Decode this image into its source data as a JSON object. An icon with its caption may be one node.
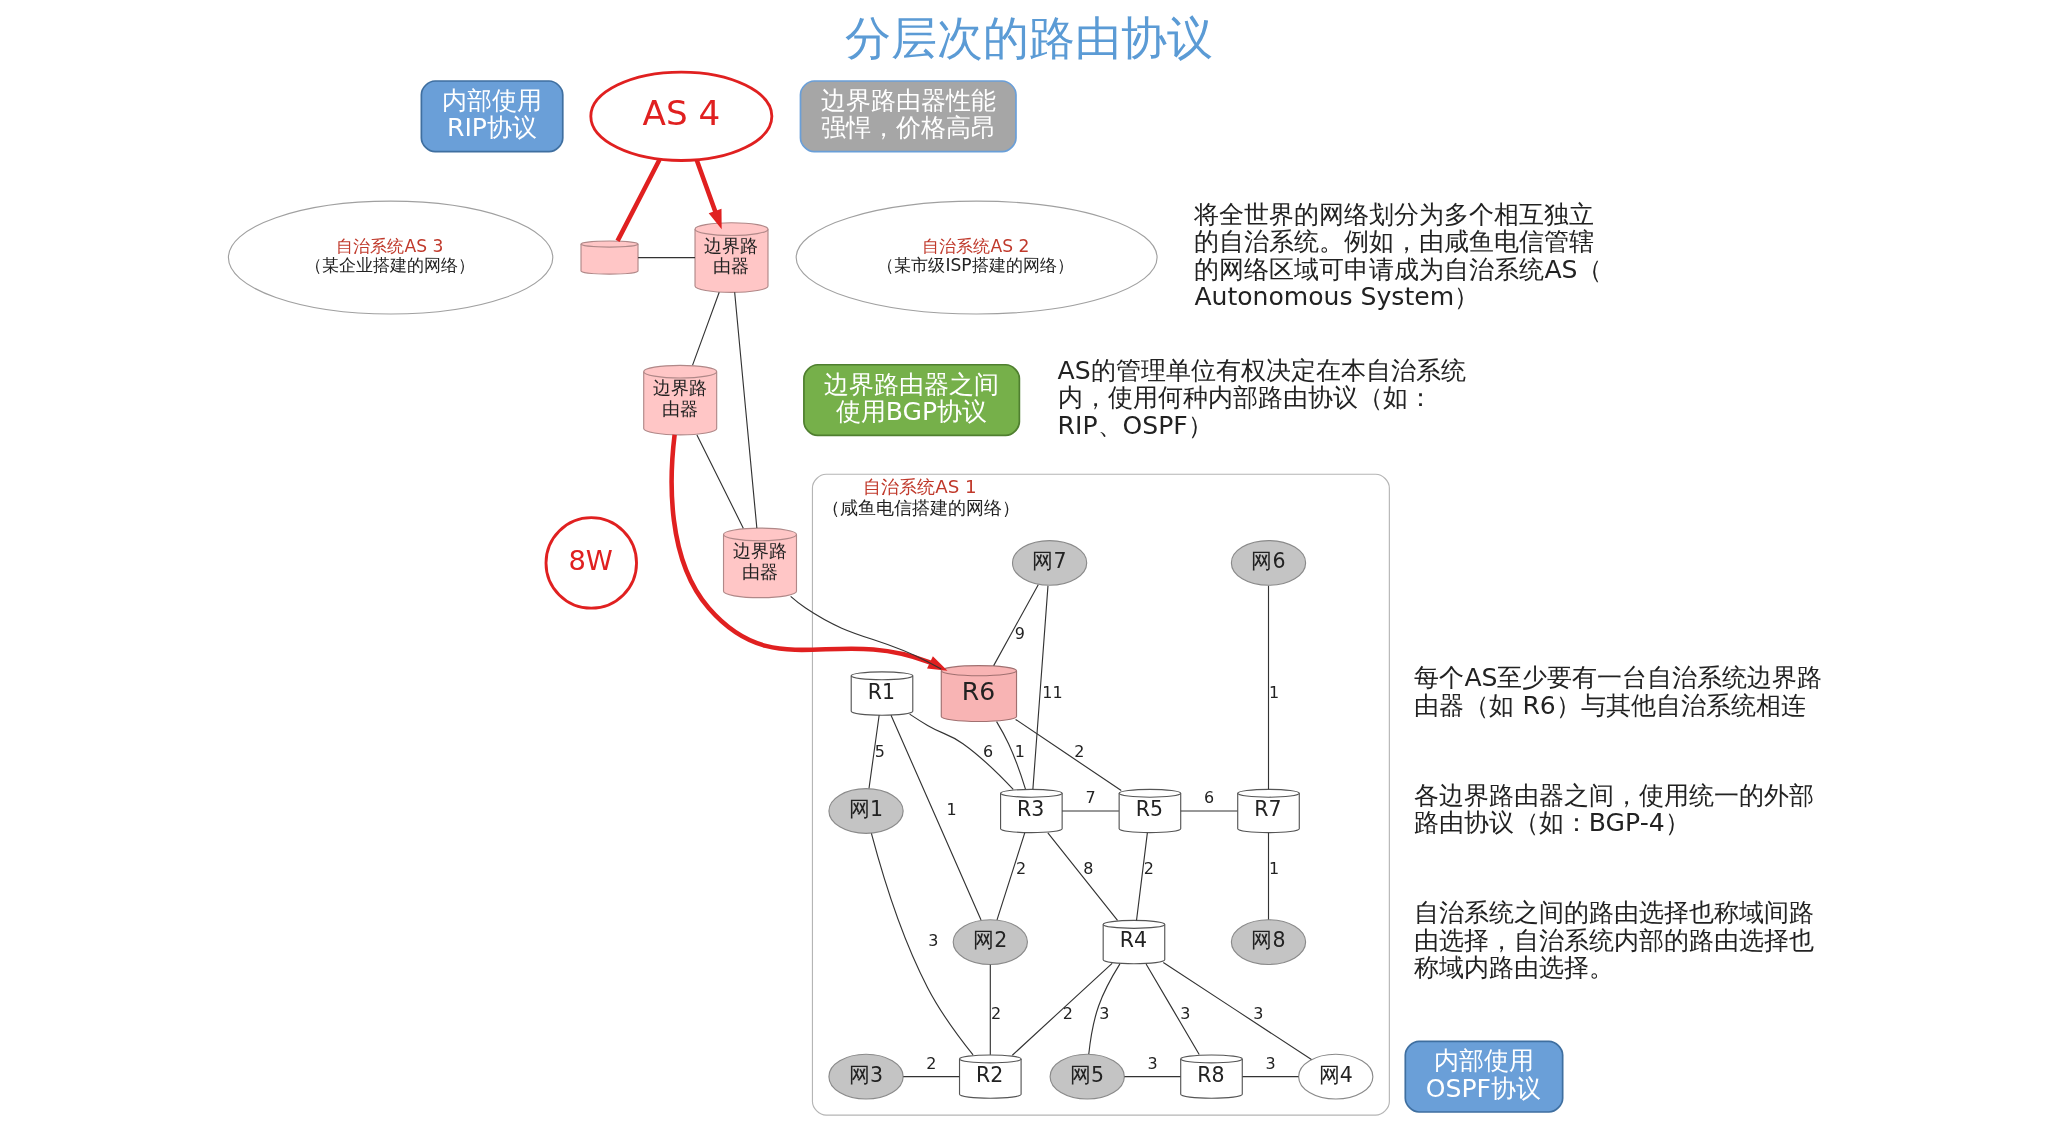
{
  "diagram": {
    "title": "分层次的路由协议",
    "nodes": [
      {
        "text": [
          "内部使用RIP协议"
        ]
      },
      {
        "text": [
          "AS 4"
        ]
      },
      {
        "text": [
          "边界路由器性能强悍，价格高昂"
        ]
      },
      {
        "text": [
          "自治系统AS 3",
          "（某企业搭建的网络）"
        ]
      },
      {
        "text": [],
        "shape": "cylinder"
      },
      {
        "text": [
          "边界路由器"
        ]
      },
      {
        "text": [
          "自治系统AS 2",
          "（某市级ISP搭建的网络）"
        ]
      },
      {
        "text": [
          "边界路由器"
        ]
      },
      {
        "text": [
          "边界路由器"
        ]
      },
      {
        "text": [
          "边界路由器之间使用BGP协议"
        ]
      },
      {
        "text": [
          "8W"
        ]
      },
      {
        "text": [
          "自治系统AS 1",
          "（咸鱼电信搭建的网络）"
        ]
      },
      {
        "text": [
          "网7"
        ],
        "in": 11
      },
      {
        "text": [
          "网6"
        ],
        "in": 11
      },
      {
        "text": [
          "R6"
        ],
        "in": 11
      },
      {
        "text": [
          "R1"
        ],
        "in": 11
      },
      {
        "text": [
          "网1"
        ],
        "in": 11
      },
      {
        "text": [
          "R3"
        ],
        "in": 11
      },
      {
        "text": [
          "R5"
        ],
        "in": 11
      },
      {
        "text": [
          "R7"
        ],
        "in": 11
      },
      {
        "text": [
          "网2"
        ],
        "in": 11
      },
      {
        "text": [
          "网8"
        ],
        "in": 11
      },
      {
        "text": [
          "R4"
        ],
        "in": 11
      },
      {
        "text": [
          "R2"
        ],
        "in": 11
      },
      {
        "text": [
          "网3"
        ],
        "in": 11
      },
      {
        "text": [
          "网5"
        ],
        "in": 11
      },
      {
        "text": [
          "R8"
        ],
        "in": 11
      },
      {
        "text": [
          "网4"
        ],
        "in": 11
      },
      {
        "text": [
          "内部使用OSPF协议"
        ]
      }
    ],
    "edges": [
      {
        "from": 1,
        "to": 4,
        "arrow": "none",
        "style": "thick",
        "color": "#e02020"
      },
      {
        "from": 1,
        "to": 5,
        "arrow": "to",
        "style": "thick",
        "color": "#e02020"
      },
      {
        "from": 4,
        "to": 5,
        "arrow": "none"
      },
      {
        "from": 5,
        "to": 7,
        "arrow": "none"
      },
      {
        "from": 7,
        "to": 8,
        "arrow": "none"
      },
      {
        "from": 5,
        "to": 8,
        "arrow": "none"
      },
      {
        "from": 8,
        "to": 14,
        "arrow": "none"
      },
      {
        "from": 7,
        "to": 14,
        "arrow": "to",
        "style": "thick",
        "color": "#e02020"
      },
      {
        "from": 12,
        "to": 14,
        "arrow": "none",
        "label": "9"
      },
      {
        "from": 12,
        "to": 17,
        "arrow": "none",
        "label": "11"
      },
      {
        "from": 15,
        "to": 16,
        "arrow": "none",
        "label": "5"
      },
      {
        "from": 15,
        "to": 17,
        "arrow": "none",
        "label": "6"
      },
      {
        "from": 15,
        "to": 20,
        "arrow": "none",
        "label": "1"
      },
      {
        "from": 14,
        "to": 17,
        "arrow": "none",
        "label": "1"
      },
      {
        "from": 14,
        "to": 18,
        "arrow": "none",
        "label": "2"
      },
      {
        "from": 17,
        "to": 18,
        "arrow": "none",
        "label": "7"
      },
      {
        "from": 17,
        "to": 20,
        "arrow": "none",
        "label": "2"
      },
      {
        "from": 17,
        "to": 22,
        "arrow": "none",
        "label": "8"
      },
      {
        "from": 13,
        "to": 19,
        "arrow": "none",
        "label": "1"
      },
      {
        "from": 18,
        "to": 19,
        "arrow": "none",
        "label": "6"
      },
      {
        "from": 19,
        "to": 21,
        "arrow": "none",
        "label": "1"
      },
      {
        "from": 18,
        "to": 22,
        "arrow": "none",
        "label": "2"
      },
      {
        "from": 16,
        "to": 23,
        "arrow": "none",
        "label": "3"
      },
      {
        "from": 20,
        "to": 23,
        "arrow": "none",
        "label": "2"
      },
      {
        "from": 24,
        "to": 23,
        "arrow": "none",
        "label": "2"
      },
      {
        "from": 22,
        "to": 23,
        "arrow": "none",
        "label": "2"
      },
      {
        "from": 22,
        "to": 25,
        "arrow": "none",
        "label": "3"
      },
      {
        "from": 22,
        "to": 26,
        "arrow": "none",
        "label": "3"
      },
      {
        "from": 22,
        "to": 27,
        "arrow": "none",
        "label": "3"
      },
      {
        "from": 25,
        "to": 26,
        "arrow": "none",
        "label": "3"
      },
      {
        "from": 26,
        "to": 27,
        "arrow": "none",
        "label": "3"
      }
    ],
    "labels": [
      "将全世界的网络划分为多个相互独立的自治系统。例如，由咸鱼电信管辖的网络区域可申请成为自治系统AS（Autonomous System）",
      "AS的管理单位有权决定在本自治系统内，使用何种内部路由协议（如：RIP、OSPF）",
      "每个AS至少要有一台自治系统边界路由器（如 R6）与其他自治系统相连",
      "各边界路由器之间，使用统一的外部路由协议（如：BGP-4）",
      "自治系统之间的路由选择也称域间路由选择，自治系统内部的路由选择也称域内路由选择。"
    ]
  }
}
